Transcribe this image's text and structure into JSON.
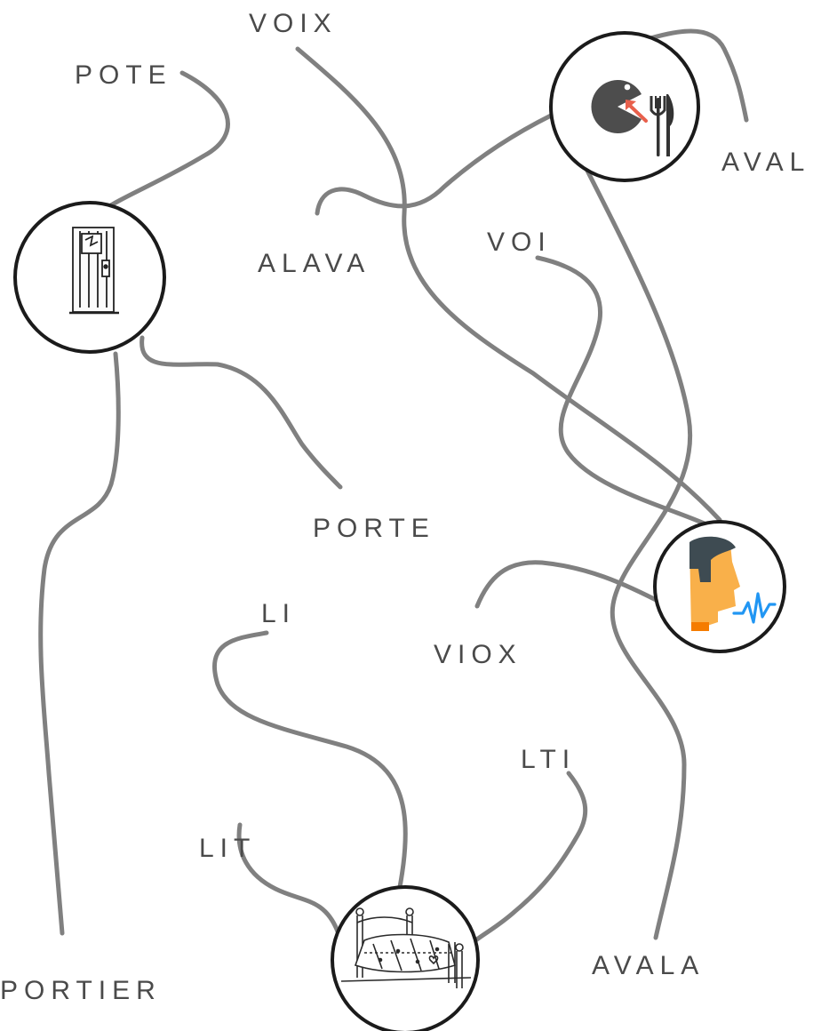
{
  "words": {
    "voix": "VOIX",
    "pote": "POTE",
    "aval": "AVAL",
    "alava": "ALAVA",
    "voi": "VOI",
    "porte": "PORTE",
    "li": "LI",
    "viox": "VIOX",
    "lti": "LTI",
    "lit": "LIT",
    "portier": "PORTIER",
    "avala": "AVALA"
  },
  "pictures": [
    {
      "name": "door",
      "icon": "door-icon"
    },
    {
      "name": "eat",
      "icon": "eating-mouth-fork-knife-icon"
    },
    {
      "name": "voice",
      "icon": "speaking-head-icon"
    },
    {
      "name": "bed",
      "icon": "bed-icon"
    }
  ],
  "colors": {
    "wire": "#808080",
    "circle": "#1b1b1b",
    "text": "#4a4a4a",
    "eat_arrow": "#e8604c",
    "face": "#f9b04a",
    "hair": "#3e4b52",
    "sound_wave": "#2196f3"
  }
}
